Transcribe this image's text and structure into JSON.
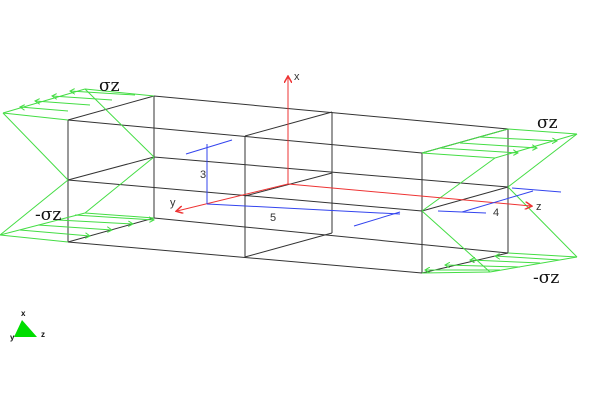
{
  "labels": {
    "sigma_top_left": "σz",
    "sigma_top_right": "σz",
    "sigma_bottom_left": "-σz",
    "sigma_bottom_right": "-σz",
    "axis_x": "x",
    "axis_y": "y",
    "axis_z": "z",
    "dim_height": "3",
    "dim_width": "5",
    "dim_depth": "4"
  },
  "triad": {
    "x": "x",
    "y": "y",
    "z": "z"
  },
  "colors": {
    "edges": "#333333",
    "stress": "#44dd44",
    "axes": "#ee3333",
    "dimensions": "#3344ee",
    "triad": "#00dd00"
  }
}
